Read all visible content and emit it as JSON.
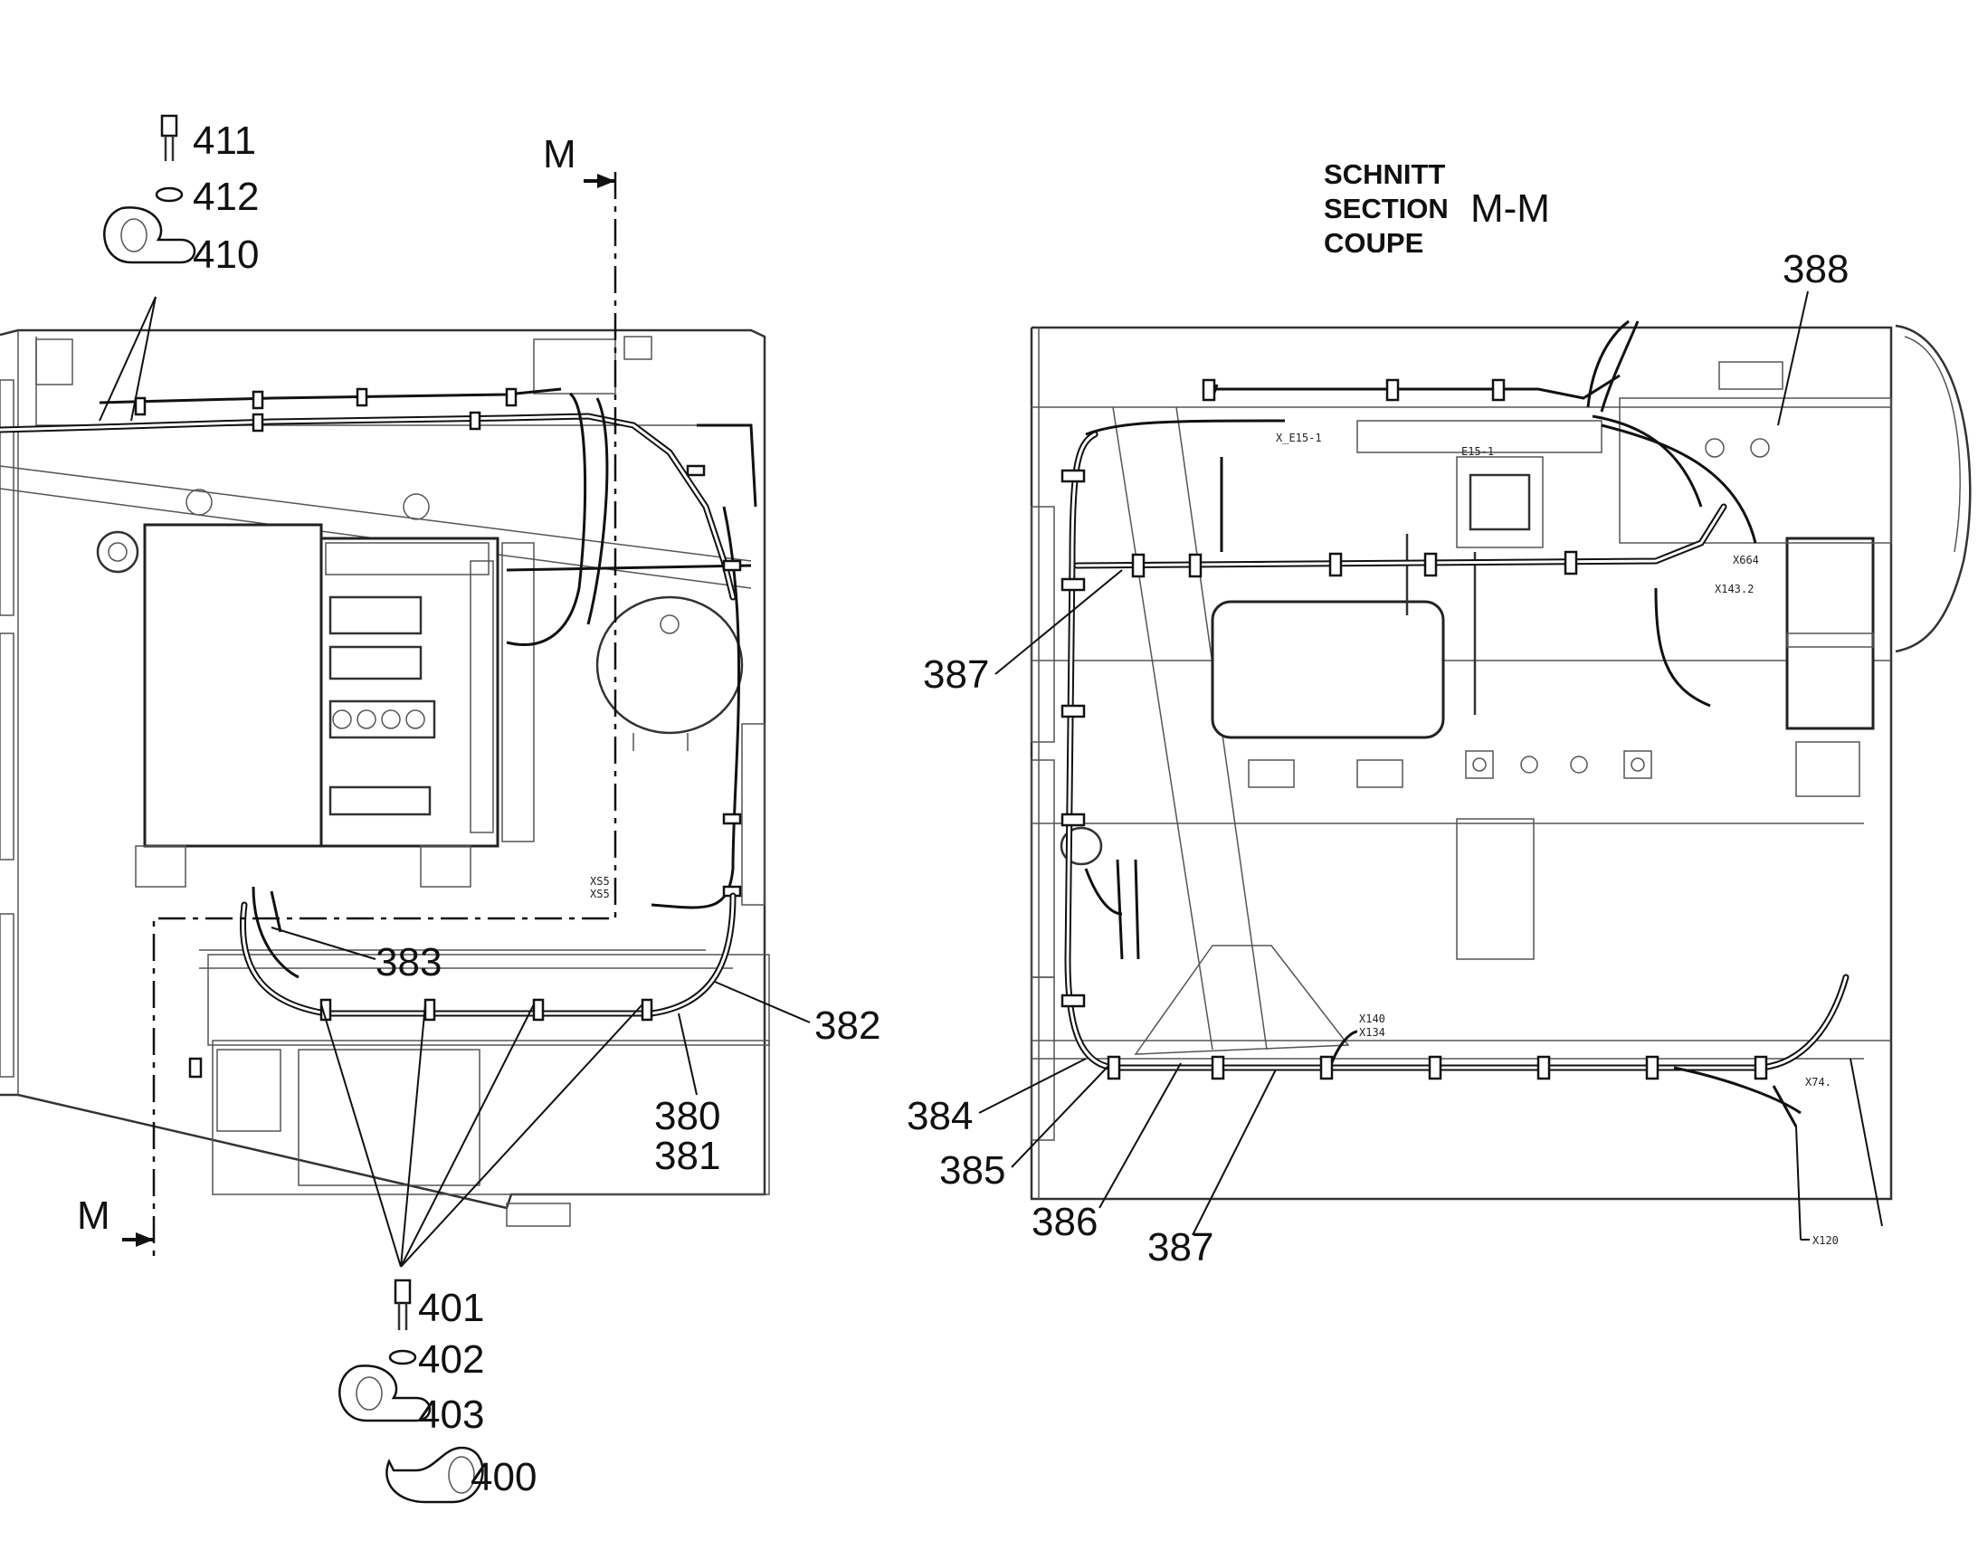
{
  "section_heading": {
    "line1": "SCHNITT",
    "line2": "SECTION",
    "line3": "COUPE",
    "designation": "M-M"
  },
  "cut_marks": {
    "top": "M",
    "bottom": "M"
  },
  "callouts_left": {
    "c411": "411",
    "c412": "412",
    "c410": "410",
    "c383": "383",
    "c382": "382",
    "c380": "380",
    "c381": "381",
    "c401": "401",
    "c402": "402",
    "c403": "403",
    "c400": "400"
  },
  "callouts_right": {
    "c388": "388",
    "c387a": "387",
    "c384": "384",
    "c385": "385",
    "c386": "386",
    "c387b": "387"
  },
  "connector_labels": {
    "x_e15": "X_E15-1",
    "e15": "E15-1",
    "x664": "X664",
    "x143": "X143.2",
    "x140": "X140",
    "x134": "X134",
    "x74": "X74.",
    "x120": "X120",
    "xs5a": "XS5",
    "xs5b": "XS5"
  }
}
